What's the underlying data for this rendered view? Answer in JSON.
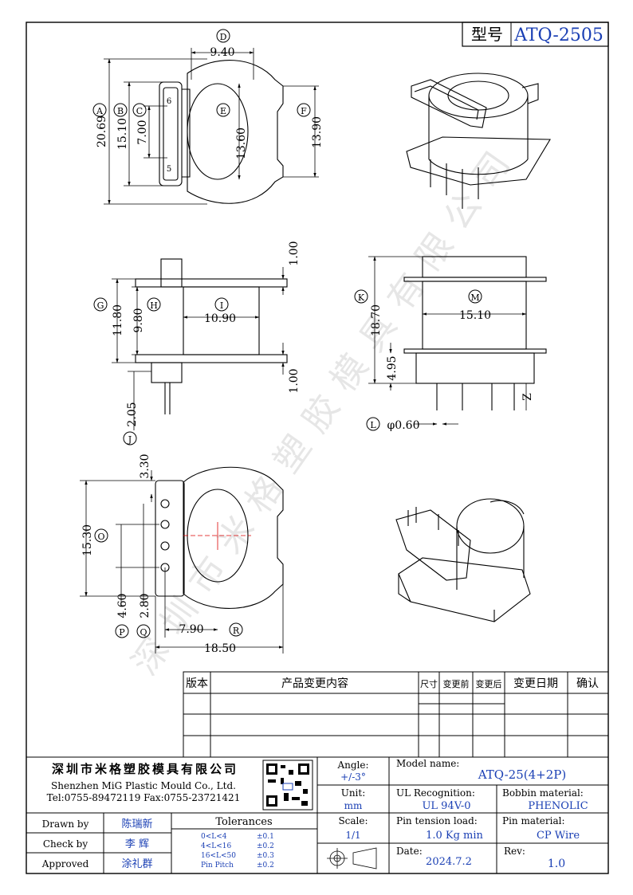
{
  "header": {
    "model_label": "型号",
    "model_value": "ATQ-2505"
  },
  "top_view": {
    "circle_A": "A",
    "circle_B": "B",
    "circle_C": "C",
    "circle_D": "D",
    "circle_E": "E",
    "circle_F": "F",
    "dim_A": "20.69",
    "dim_B": "15.10",
    "dim_C": "7.00",
    "dim_D": "9.40",
    "dim_E": "13.60",
    "dim_F": "13.90",
    "pin_6": "6",
    "pin_5": "5"
  },
  "side_view": {
    "circle_G": "G",
    "circle_H": "H",
    "circle_I": "I",
    "circle_J": "J",
    "dim_G": "11.80",
    "dim_H": "9.80",
    "dim_I": "10.90",
    "dim_J": "2.05",
    "dim_top": "1.00",
    "dim_bottom": "1.00"
  },
  "front_view": {
    "circle_K": "K",
    "circle_L": "L",
    "circle_M": "M",
    "dim_K": "18.70",
    "dim_M": "15.10",
    "dim_small": "4.95",
    "dim_pin": "φ0.60",
    "dim_z": "Z"
  },
  "bottom_view": {
    "circle_O": "O",
    "circle_P": "P",
    "circle_Q": "Q",
    "circle_R": "R",
    "dim_O": "15.30",
    "dim_P": "4.60",
    "dim_Q": "2.80",
    "dim_R": "7.90",
    "dim_total": "18.50",
    "dim_top": "3.30"
  },
  "watermark": "深圳市米格塑胶模具有限公司",
  "revision_table": {
    "headers": [
      "版本",
      "产品变更内容",
      "尺寸",
      "变更前",
      "变更后",
      "变更日期",
      "确认"
    ]
  },
  "title_block": {
    "company_cn": "深圳市米格塑胶模具有限公司",
    "company_en": "Shenzhen MiG Plastic Mould Co., Ltd.",
    "contact": "Tel:0755-89472119   Fax:0755-23721421",
    "angle_label": "Angle:",
    "angle_value": "+/-3°",
    "unit_label": "Unit:",
    "unit_value": "mm",
    "scale_label": "Scale:",
    "scale_value": "1/1",
    "model_name_label": "Model name:",
    "model_name_value": "ATQ-25(4+2P)",
    "ul_label": "UL Recognition:",
    "ul_value": "UL 94V-0",
    "bobbin_label": "Bobbin material:",
    "bobbin_value": "PHENOLIC",
    "pin_tension_label": "Pin tension load:",
    "pin_tension_value": "1.0 Kg min",
    "pin_material_label": "Pin material:",
    "pin_material_value": "CP Wire",
    "date_label": "Date:",
    "date_value": "2024.7.2",
    "rev_label": "Rev:",
    "rev_value": "1.0",
    "drawn_label": "Drawn by",
    "drawn_value": "陈瑞新",
    "check_label": "Check by",
    "check_value": "李 辉",
    "approved_label": "Approved",
    "approved_value": "涂礼群",
    "tolerances_title": "Tolerances",
    "tolerances": [
      {
        "range": "0<L<4",
        "tol": "±0.1"
      },
      {
        "range": "4<L<16",
        "tol": "±0.2"
      },
      {
        "range": "16<L<50",
        "tol": "±0.3"
      },
      {
        "range": "Pin Pitch",
        "tol": "±0.2"
      }
    ]
  }
}
